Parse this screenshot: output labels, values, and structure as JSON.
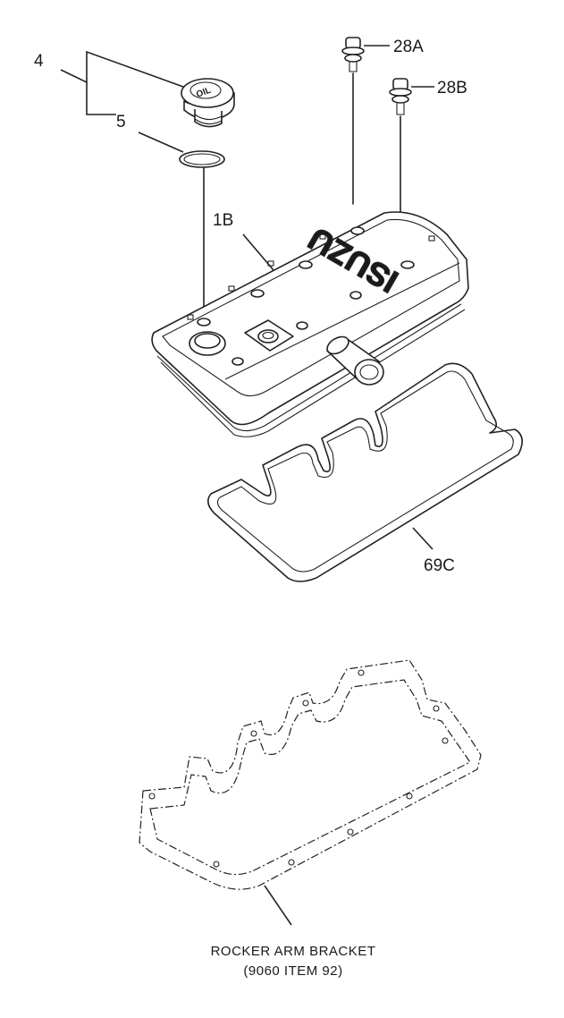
{
  "callouts": {
    "oil_cap": "4",
    "o_ring": "5",
    "bolt_a": "28A",
    "bolt_b": "28B",
    "head_cover": "1B",
    "gasket": "69C"
  },
  "cover_logo": "ISUZU",
  "caption": {
    "line1": "ROCKER ARM BRACKET",
    "line2": "(9060 ITEM 92)"
  }
}
